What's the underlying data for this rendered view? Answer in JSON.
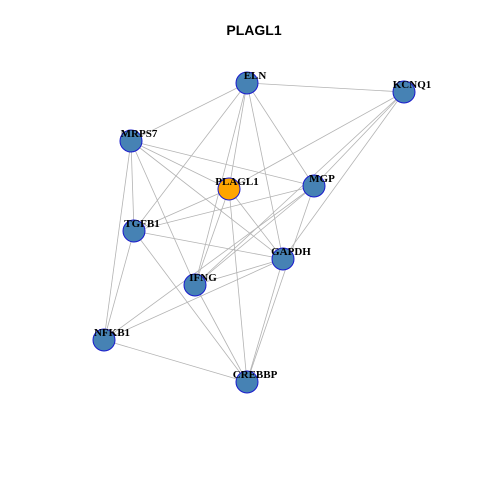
{
  "title": "PLAGL1",
  "colors": {
    "edge": "#b3b3b3",
    "node_default_fill": "#4682b4",
    "node_default_stroke": "#1a1acd",
    "node_highlight_fill": "#ffa500",
    "node_highlight_stroke": "#1a1acd"
  },
  "network": {
    "nodes": [
      {
        "id": "ELN",
        "label": "ELN",
        "highlight": false
      },
      {
        "id": "KCNQ1",
        "label": "KCNQ1",
        "highlight": false
      },
      {
        "id": "MRPS7",
        "label": "MRPS7",
        "highlight": false
      },
      {
        "id": "PLAGL1",
        "label": "PLAGL1",
        "highlight": true
      },
      {
        "id": "MGP",
        "label": "MGP",
        "highlight": false
      },
      {
        "id": "TGFB1",
        "label": "TGFB1",
        "highlight": false
      },
      {
        "id": "GAPDH",
        "label": "GAPDH",
        "highlight": false
      },
      {
        "id": "IFNG",
        "label": "IFNG",
        "highlight": false
      },
      {
        "id": "NFKB1",
        "label": "NFKB1",
        "highlight": false
      },
      {
        "id": "CREBBP",
        "label": "CREBBP",
        "highlight": false
      }
    ],
    "edges": [
      [
        "ELN",
        "KCNQ1"
      ],
      [
        "ELN",
        "MRPS7"
      ],
      [
        "ELN",
        "PLAGL1"
      ],
      [
        "ELN",
        "MGP"
      ],
      [
        "ELN",
        "TGFB1"
      ],
      [
        "ELN",
        "GAPDH"
      ],
      [
        "ELN",
        "IFNG"
      ],
      [
        "KCNQ1",
        "PLAGL1"
      ],
      [
        "KCNQ1",
        "MGP"
      ],
      [
        "KCNQ1",
        "GAPDH"
      ],
      [
        "KCNQ1",
        "IFNG"
      ],
      [
        "MRPS7",
        "MGP"
      ],
      [
        "MRPS7",
        "TGFB1"
      ],
      [
        "MRPS7",
        "GAPDH"
      ],
      [
        "MRPS7",
        "IFNG"
      ],
      [
        "MRPS7",
        "NFKB1"
      ],
      [
        "MRPS7",
        "PLAGL1"
      ],
      [
        "PLAGL1",
        "TGFB1"
      ],
      [
        "PLAGL1",
        "IFNG"
      ],
      [
        "PLAGL1",
        "CREBBP"
      ],
      [
        "PLAGL1",
        "GAPDH"
      ],
      [
        "MGP",
        "TGFB1"
      ],
      [
        "MGP",
        "IFNG"
      ],
      [
        "MGP",
        "NFKB1"
      ],
      [
        "MGP",
        "CREBBP"
      ],
      [
        "TGFB1",
        "GAPDH"
      ],
      [
        "TGFB1",
        "NFKB1"
      ],
      [
        "TGFB1",
        "CREBBP"
      ],
      [
        "GAPDH",
        "IFNG"
      ],
      [
        "GAPDH",
        "NFKB1"
      ],
      [
        "GAPDH",
        "CREBBP"
      ],
      [
        "IFNG",
        "CREBBP"
      ],
      [
        "NFKB1",
        "CREBBP"
      ]
    ]
  }
}
